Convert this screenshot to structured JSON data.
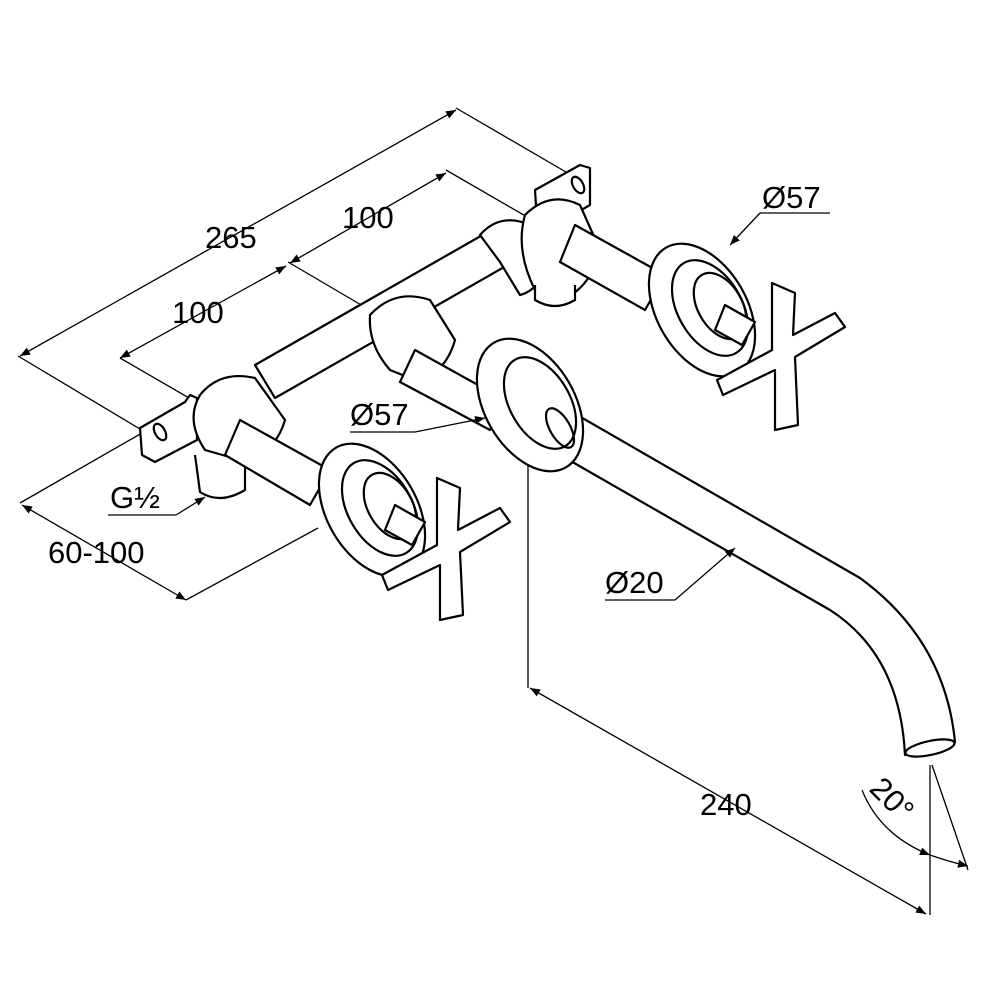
{
  "dimensions": {
    "overall_width": "265",
    "center_distance_right": "100",
    "center_distance_left": "100",
    "rosette_diameter_right": "Ø57",
    "rosette_diameter_center": "Ø57",
    "connection_thread": "G½",
    "wall_depth_range": "60-100",
    "spout_diameter": "Ø20",
    "spout_projection": "240",
    "spout_angle": "20°"
  }
}
